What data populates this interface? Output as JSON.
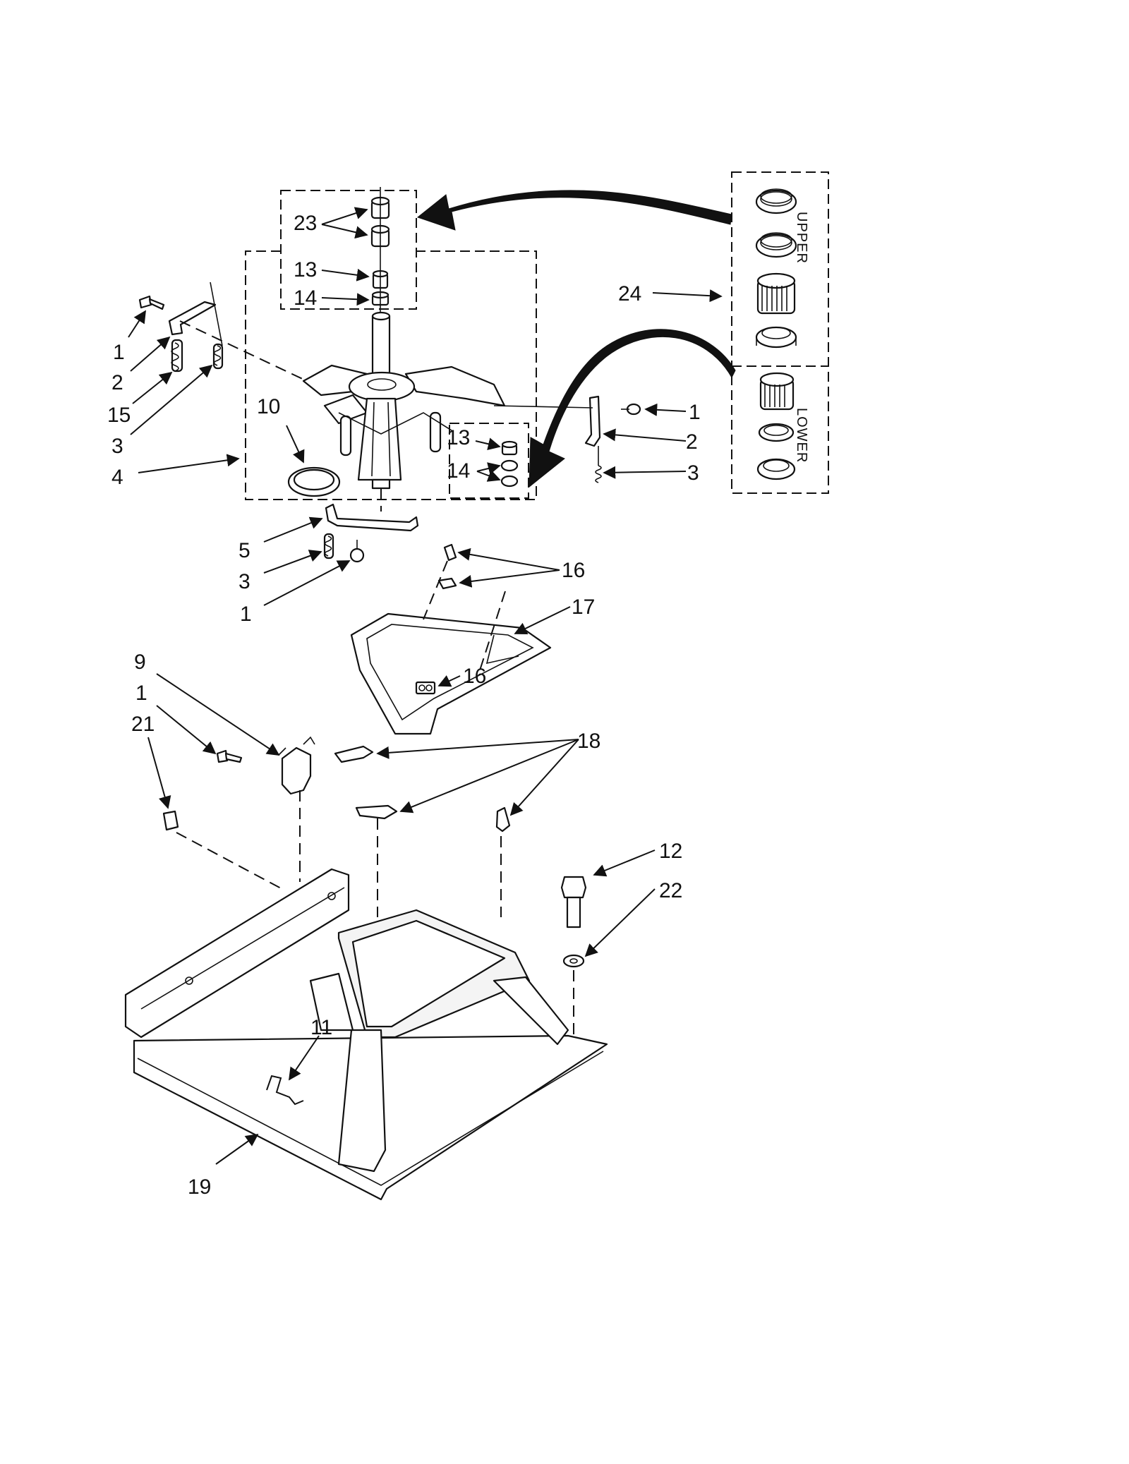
{
  "labels": {
    "l23": "23",
    "l13a": "13",
    "l14a": "14",
    "l1a": "1",
    "l2a": "2",
    "l15": "15",
    "l3a": "3",
    "l4": "4",
    "l10": "10",
    "l13b": "13",
    "l14b": "14",
    "l1b": "1",
    "l2b": "2",
    "l3b": "3",
    "l24": "24",
    "l5": "5",
    "l3c": "3",
    "l1c": "1",
    "l16a": "16",
    "l17": "17",
    "l16b": "16",
    "l9": "9",
    "l1d": "1",
    "l21": "21",
    "l18": "18",
    "l12": "12",
    "l22": "22",
    "l11": "11",
    "l19": "19"
  },
  "kit_box": {
    "upper": "UPPER",
    "lower": "LOWER"
  }
}
